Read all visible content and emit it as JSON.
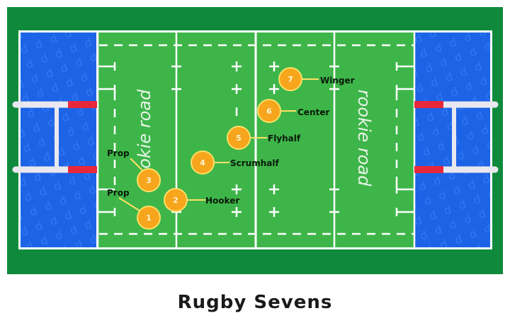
{
  "title": "Rugby Sevens",
  "brand": "rookie road",
  "colors": {
    "outer": "#0f8a3c",
    "field": "#3eb549",
    "ingoal": "#1d63e6",
    "post": "#e8e8ee",
    "pad": "#e8283a",
    "player": "#f6a51c",
    "player_ring": "#ffe066",
    "line": "#ffffff"
  },
  "players": [
    {
      "number": "1",
      "label": "Prop"
    },
    {
      "number": "2",
      "label": "Hooker"
    },
    {
      "number": "3",
      "label": "Prop"
    },
    {
      "number": "4",
      "label": "Scrumhalf"
    },
    {
      "number": "5",
      "label": "Flyhalf"
    },
    {
      "number": "6",
      "label": "Center"
    },
    {
      "number": "7",
      "label": "Winger"
    }
  ]
}
